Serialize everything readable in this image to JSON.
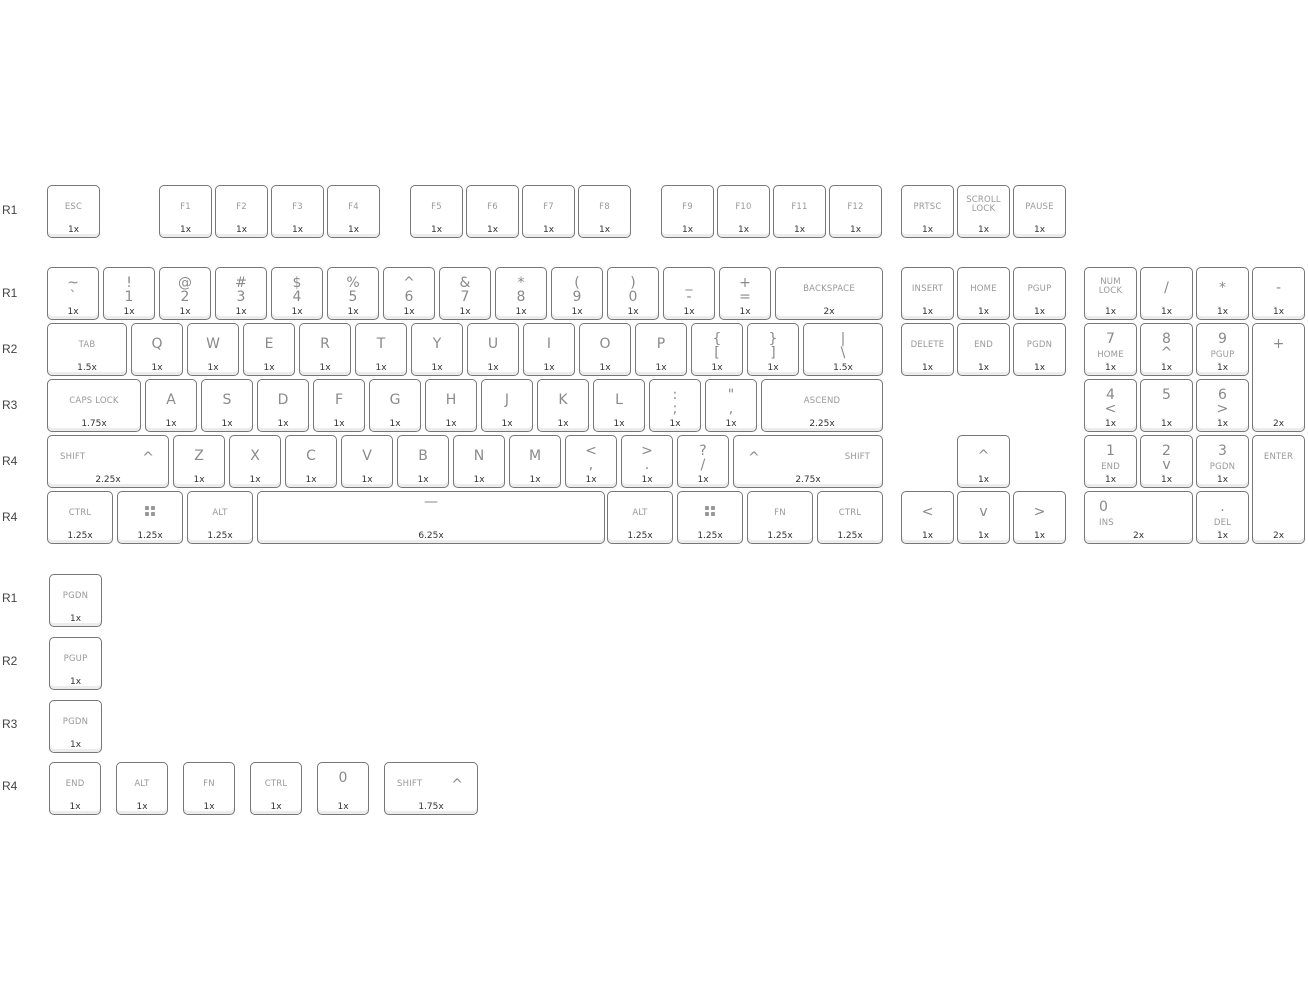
{
  "row_labels": {
    "fn_row": "R1",
    "main": [
      "R1",
      "R2",
      "R3",
      "R4",
      "R4"
    ],
    "extras": [
      "R1",
      "R2",
      "R3",
      "R4"
    ]
  },
  "fn_row": [
    {
      "l": "ESC",
      "s": "1x"
    },
    {
      "l": "F1",
      "s": "1x"
    },
    {
      "l": "F2",
      "s": "1x"
    },
    {
      "l": "F3",
      "s": "1x"
    },
    {
      "l": "F4",
      "s": "1x"
    },
    {
      "l": "F5",
      "s": "1x"
    },
    {
      "l": "F6",
      "s": "1x"
    },
    {
      "l": "F7",
      "s": "1x"
    },
    {
      "l": "F8",
      "s": "1x"
    },
    {
      "l": "F9",
      "s": "1x"
    },
    {
      "l": "F10",
      "s": "1x"
    },
    {
      "l": "F11",
      "s": "1x"
    },
    {
      "l": "F12",
      "s": "1x"
    },
    {
      "l": "PRTSC",
      "s": "1x"
    },
    {
      "l": "SCROLL LOCK",
      "s": "1x"
    },
    {
      "l": "PAUSE",
      "s": "1x"
    }
  ],
  "main_rows": {
    "r1": [
      {
        "t": "~",
        "b": "`",
        "s": "1x"
      },
      {
        "t": "!",
        "b": "1",
        "s": "1x"
      },
      {
        "t": "@",
        "b": "2",
        "s": "1x"
      },
      {
        "t": "#",
        "b": "3",
        "s": "1x"
      },
      {
        "t": "$",
        "b": "4",
        "s": "1x"
      },
      {
        "t": "%",
        "b": "5",
        "s": "1x"
      },
      {
        "t": "^",
        "b": "6",
        "s": "1x"
      },
      {
        "t": "&",
        "b": "7",
        "s": "1x"
      },
      {
        "t": "*",
        "b": "8",
        "s": "1x"
      },
      {
        "t": "(",
        "b": "9",
        "s": "1x"
      },
      {
        "t": ")",
        "b": "0",
        "s": "1x"
      },
      {
        "t": "_",
        "b": "-",
        "s": "1x"
      },
      {
        "t": "+",
        "b": "=",
        "s": "1x"
      },
      {
        "l": "BACKSPACE",
        "s": "2x"
      }
    ],
    "r2": [
      {
        "l": "TAB",
        "s": "1.5x"
      },
      {
        "c": "Q",
        "s": "1x"
      },
      {
        "c": "W",
        "s": "1x"
      },
      {
        "c": "E",
        "s": "1x"
      },
      {
        "c": "R",
        "s": "1x"
      },
      {
        "c": "T",
        "s": "1x"
      },
      {
        "c": "Y",
        "s": "1x"
      },
      {
        "c": "U",
        "s": "1x"
      },
      {
        "c": "I",
        "s": "1x"
      },
      {
        "c": "O",
        "s": "1x"
      },
      {
        "c": "P",
        "s": "1x"
      },
      {
        "t": "{",
        "b": "[",
        "s": "1x"
      },
      {
        "t": "}",
        "b": "]",
        "s": "1x"
      },
      {
        "t": "|",
        "b": "\\",
        "s": "1.5x"
      }
    ],
    "r3": [
      {
        "l": "CAPS LOCK",
        "s": "1.75x"
      },
      {
        "c": "A",
        "s": "1x"
      },
      {
        "c": "S",
        "s": "1x"
      },
      {
        "c": "D",
        "s": "1x"
      },
      {
        "c": "F",
        "s": "1x"
      },
      {
        "c": "G",
        "s": "1x"
      },
      {
        "c": "H",
        "s": "1x"
      },
      {
        "c": "J",
        "s": "1x"
      },
      {
        "c": "K",
        "s": "1x"
      },
      {
        "c": "L",
        "s": "1x"
      },
      {
        "t": ":",
        "b": ";",
        "s": "1x"
      },
      {
        "t": "\"",
        "b": ",",
        "s": "1x"
      },
      {
        "l": "ASCEND",
        "s": "2.25x"
      }
    ],
    "r4": [
      {
        "l": "SHIFT",
        "arrow": "^",
        "s": "2.25x"
      },
      {
        "c": "Z",
        "s": "1x"
      },
      {
        "c": "X",
        "s": "1x"
      },
      {
        "c": "C",
        "s": "1x"
      },
      {
        "c": "V",
        "s": "1x"
      },
      {
        "c": "B",
        "s": "1x"
      },
      {
        "c": "N",
        "s": "1x"
      },
      {
        "c": "M",
        "s": "1x"
      },
      {
        "t": "<",
        "b": ",",
        "s": "1x"
      },
      {
        "t": ">",
        "b": ".",
        "s": "1x"
      },
      {
        "t": "?",
        "b": "/",
        "s": "1x"
      },
      {
        "l": "SHIFT",
        "arrow": "^",
        "s": "2.75x"
      }
    ],
    "r5": [
      {
        "l": "CTRL",
        "s": "1.25x"
      },
      {
        "icon": "grid",
        "s": "1.25x"
      },
      {
        "l": "ALT",
        "s": "1.25x"
      },
      {
        "space": "—",
        "s": "6.25x"
      },
      {
        "l": "ALT",
        "s": "1.25x"
      },
      {
        "icon": "grid",
        "s": "1.25x"
      },
      {
        "l": "FN",
        "s": "1.25x"
      },
      {
        "l": "CTRL",
        "s": "1.25x"
      }
    ]
  },
  "nav": {
    "r1": [
      {
        "l": "INSERT",
        "s": "1x"
      },
      {
        "l": "HOME",
        "s": "1x"
      },
      {
        "l": "PGUP",
        "s": "1x"
      }
    ],
    "r2": [
      {
        "l": "DELETE",
        "s": "1x"
      },
      {
        "l": "END",
        "s": "1x"
      },
      {
        "l": "PGDN",
        "s": "1x"
      }
    ],
    "up": {
      "c": "^",
      "s": "1x"
    },
    "bottom": [
      {
        "c": "<",
        "s": "1x"
      },
      {
        "c": "v",
        "s": "1x"
      },
      {
        "c": ">",
        "s": "1x"
      }
    ]
  },
  "numpad": {
    "r1": [
      {
        "l": "NUM LOCK",
        "s": "1x"
      },
      {
        "c": "/",
        "s": "1x"
      },
      {
        "c": "*",
        "s": "1x"
      },
      {
        "c": "-",
        "s": "1x"
      }
    ],
    "r2": [
      {
        "t": "7",
        "b": "HOME",
        "s": "1x"
      },
      {
        "t": "8",
        "b": "^",
        "s": "1x"
      },
      {
        "t": "9",
        "b": "PGUP",
        "s": "1x"
      }
    ],
    "plus": {
      "c": "+",
      "s": "2x"
    },
    "r3": [
      {
        "t": "4",
        "b": "<",
        "s": "1x"
      },
      {
        "t": "5",
        "b": "",
        "s": "1x"
      },
      {
        "t": "6",
        "b": ">",
        "s": "1x"
      }
    ],
    "r4": [
      {
        "t": "1",
        "b": "END",
        "s": "1x"
      },
      {
        "t": "2",
        "b": "v",
        "s": "1x"
      },
      {
        "t": "3",
        "b": "PGDN",
        "s": "1x"
      }
    ],
    "enter": {
      "l": "ENTER",
      "s": "2x"
    },
    "r5": [
      {
        "t": "0",
        "b": "INS",
        "s": "2x"
      },
      {
        "t": ".",
        "b": "DEL",
        "s": "1x"
      }
    ]
  },
  "extras": {
    "col": [
      {
        "l": "PGDN",
        "s": "1x"
      },
      {
        "l": "PGUP",
        "s": "1x"
      },
      {
        "l": "PGDN",
        "s": "1x"
      }
    ],
    "row": [
      {
        "l": "END",
        "s": "1x"
      },
      {
        "l": "ALT",
        "s": "1x"
      },
      {
        "l": "FN",
        "s": "1x"
      },
      {
        "l": "CTRL",
        "s": "1x"
      },
      {
        "t": "0",
        "b": "",
        "s": "1x"
      },
      {
        "l": "SHIFT",
        "arrow": "^",
        "s": "1.75x"
      }
    ]
  }
}
